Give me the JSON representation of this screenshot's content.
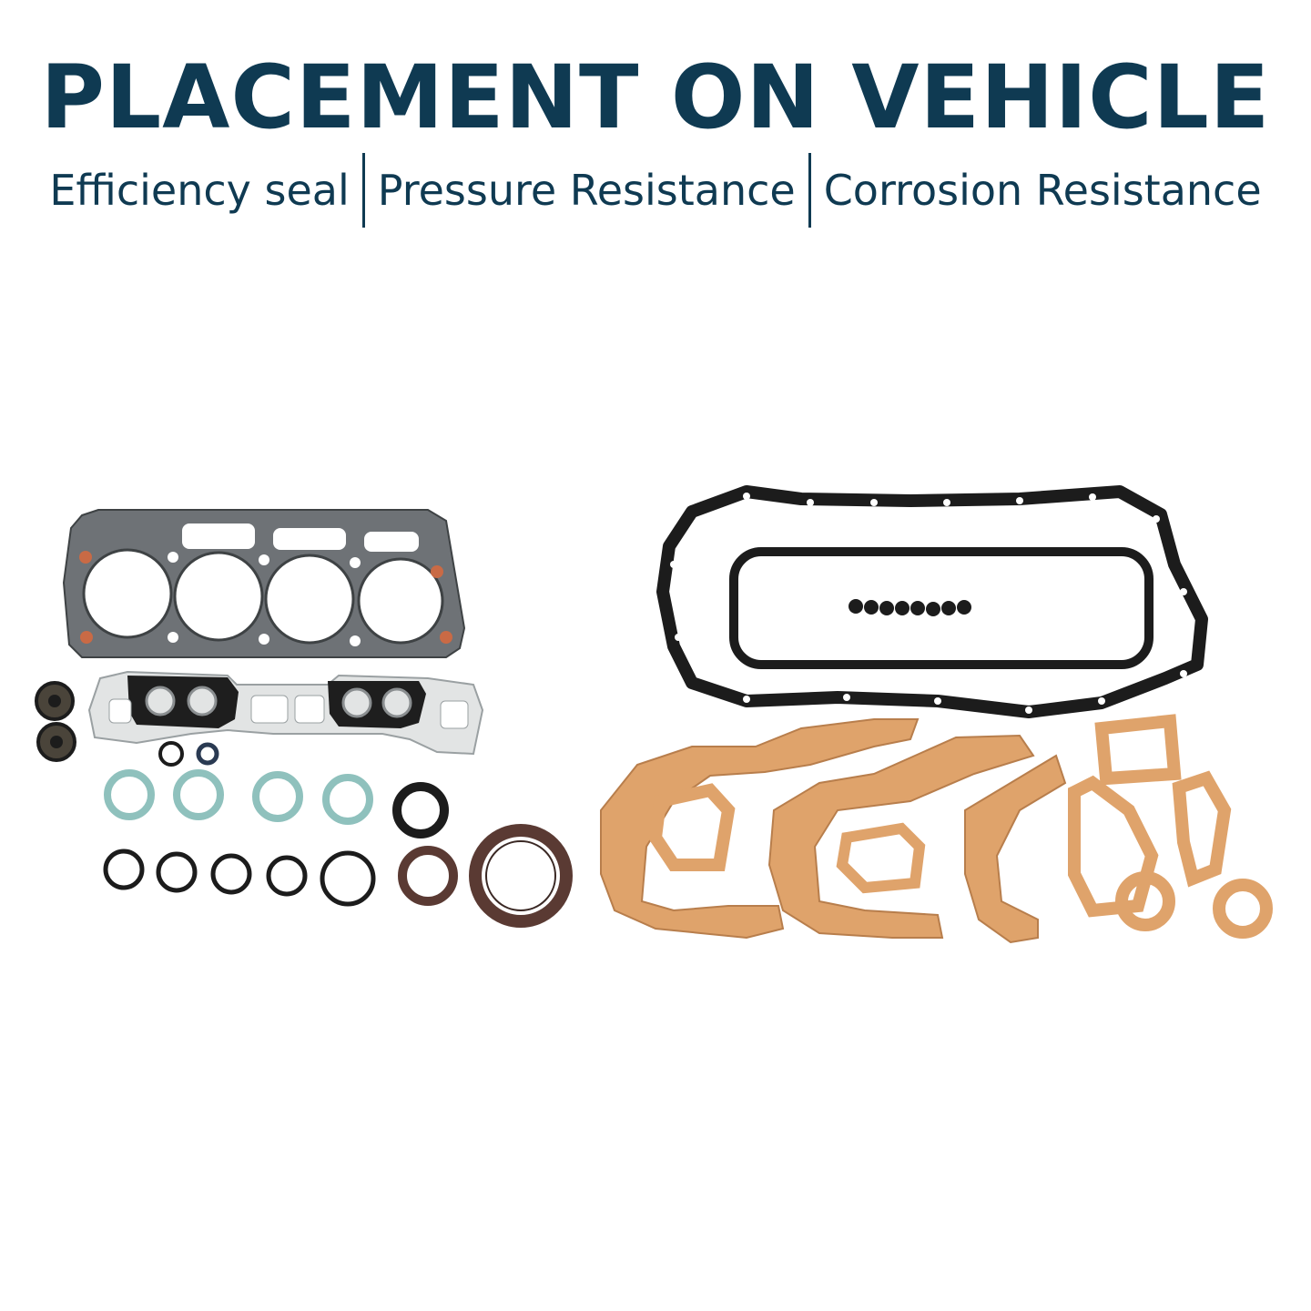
{
  "header": {
    "title": "PLACEMENT ON VEHICLE",
    "features": [
      "Efficiency seal",
      "Pressure Resistance",
      "Corrosion Resistance"
    ]
  },
  "product": {
    "image": "engine-gasket-kit-photo",
    "colors": {
      "text": "#0f3a52",
      "head_gasket": "#6e7276",
      "rubber": "#1c1c1c",
      "paper_gasket": "#dfa36b",
      "teal_ring": "#8fc1bd",
      "brown_seal": "#5a3a33",
      "copper": "#c96a45"
    }
  }
}
